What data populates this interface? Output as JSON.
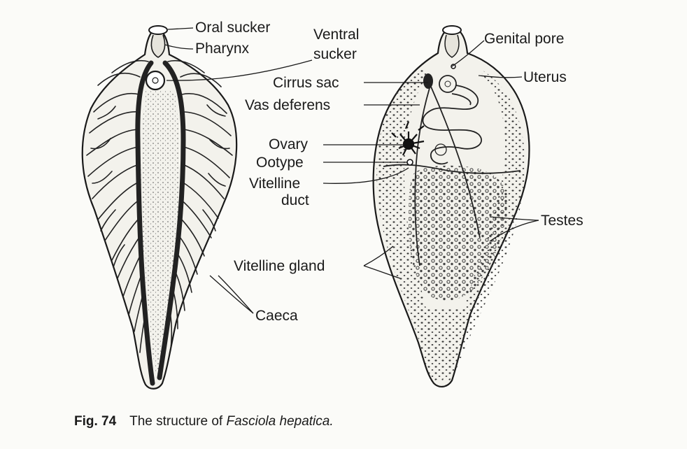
{
  "labels": {
    "oral_sucker": "Oral sucker",
    "pharynx": "Pharynx",
    "ventral_sucker_1": "Ventral",
    "ventral_sucker_2": "sucker",
    "genital_pore": "Genital pore",
    "cirrus_sac": "Cirrus sac",
    "uterus": "Uterus",
    "vas_deferens": "Vas deferens",
    "ovary": "Ovary",
    "ootype": "Ootype",
    "vitelline_duct_1": "Vitelline",
    "vitelline_duct_2": "duct",
    "testes": "Testes",
    "vitelline_gland": "Vitelline gland",
    "caeca": "Caeca"
  },
  "caption": {
    "number": "Fig. 74",
    "text": "The structure of",
    "species": "Fasciola hepatica."
  }
}
